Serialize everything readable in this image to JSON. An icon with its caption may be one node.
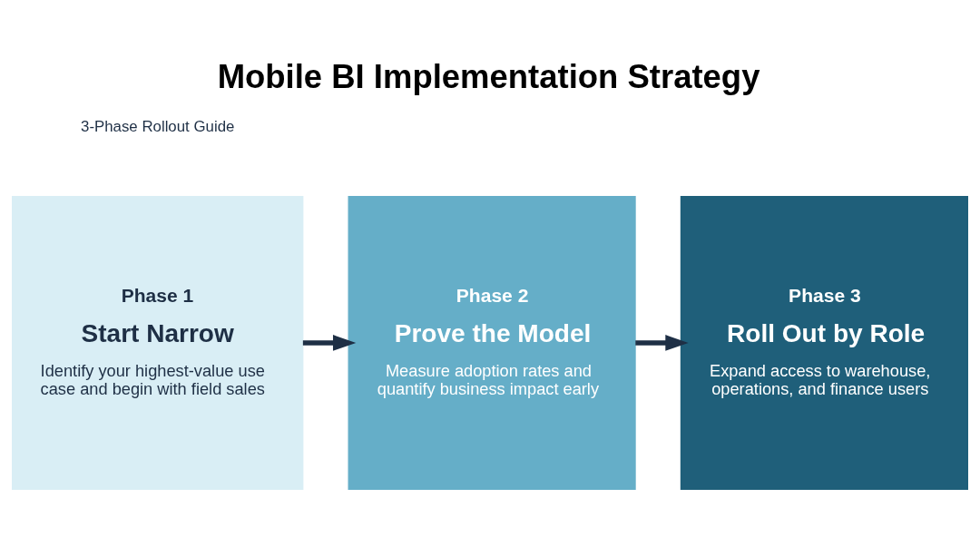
{
  "diagram": {
    "title": "Mobile BI Implementation Strategy",
    "nodes": [
      {
        "text": [
          "Phase 1",
          "Start Narrow",
          "Identify your highest-value use case and begin with field sales"
        ]
      },
      {
        "text": [
          "Phase 2",
          "Prove the Model",
          "Measure adoption rates and quantify business impact early"
        ]
      },
      {
        "text": [
          "Phase 3",
          "Roll Out by Role",
          "Expand access to warehouse, operations, and finance users"
        ]
      }
    ],
    "edges": [
      {
        "from": 0,
        "to": 1,
        "arrow": "to"
      },
      {
        "from": 1,
        "to": 2,
        "arrow": "to"
      }
    ],
    "labels": [
      "3-Phase Rollout Guide"
    ]
  }
}
